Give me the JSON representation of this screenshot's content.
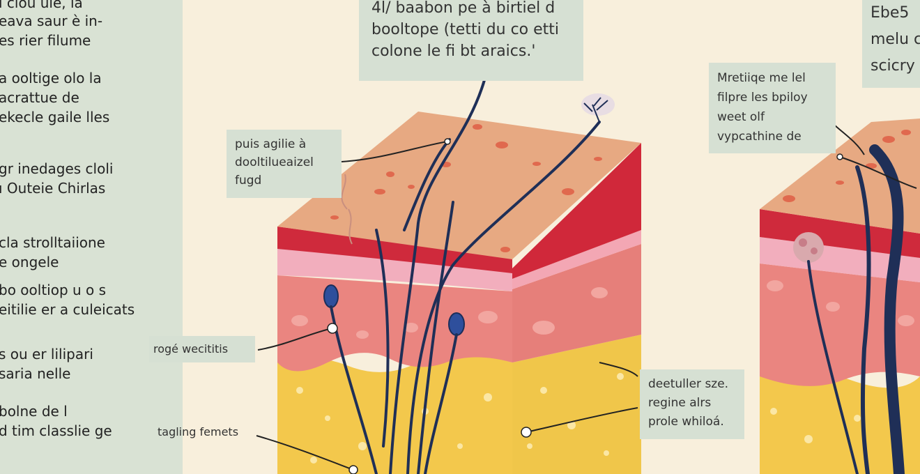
{
  "sidebar": {
    "lines": [
      "ı clou ule, la",
      "eava saur è in-",
      "es rier filume",
      "a ooltige olo la",
      "acrattue de",
      "ekecle gaile lles",
      "gr inedages cloli",
      "ı Outeie Chirlas",
      "cla strolltaiione",
      "e ongele",
      "bo ooltiop u o s",
      "eitilie er a culeicats",
      "s ou er lilipari",
      "saria nelle",
      "bolne de l",
      "d tim classlie ge"
    ]
  },
  "labels": {
    "top_center": [
      "4l/ baabon pe à birtiel d",
      "booltope (tetti du co etti",
      "colone le fi bt araics.'"
    ],
    "left_upper": [
      "puis agilie à",
      "dooltilueaizel",
      "fugd"
    ],
    "left_mid": "rogé wecititis",
    "left_low": "tagling femets",
    "right_mid": [
      "deetuller sze.",
      "regine alrs",
      "prole whiloá."
    ],
    "right_upper": [
      "Mretiiqe me lel",
      "filpre les bpiloy",
      "weet olf",
      "vypcathine de"
    ],
    "top_right": [
      "Ebe5",
      "melu c",
      "scicry"
    ]
  }
}
